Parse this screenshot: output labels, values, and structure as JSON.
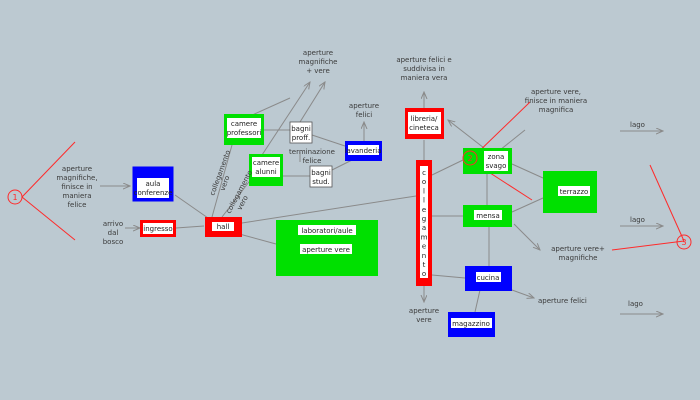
{
  "colors": {
    "background": "#bcc9d1",
    "red": "#ff0000",
    "green": "#00e000",
    "blue": "#0000ff",
    "line": "#8a8a8a",
    "accent_line": "#ff2a2a"
  },
  "markers": {
    "m1": "1",
    "m2": "2",
    "m3": "3"
  },
  "nodes": {
    "aula_conferenze": [
      "aula",
      "conferenze"
    ],
    "ingresso": "ingresso",
    "hall": "hall",
    "camere_professori": [
      "camere",
      "professori"
    ],
    "camere_alunni": [
      "camere",
      "alunni"
    ],
    "bagni_proff": [
      "bagni",
      "proff."
    ],
    "bagni_stud": [
      "bagni",
      "stud."
    ],
    "lavanderia": "lavanderia",
    "laboratori": "laboratori/aule",
    "laboratori_note": "aperture vere",
    "corridoio": [
      "c",
      "o",
      "l",
      "l",
      "e",
      "g",
      "a",
      "m",
      "e",
      "n",
      "t",
      "o"
    ],
    "libreria": [
      "libreria/",
      "cineteca"
    ],
    "zona_svago": [
      "zona",
      "svago"
    ],
    "mensa": "mensa",
    "cucina": "cucina",
    "magazzino": "magazzino",
    "terrazzo": "terrazzo"
  },
  "annotations": {
    "aperture_magnifiche_left": [
      "aperture",
      "magnifiche,",
      "finisce in",
      "maniera",
      "felice"
    ],
    "arrivo_bosco": [
      "arrivo",
      "dal",
      "bosco"
    ],
    "aperture_magnifiche_top": [
      "aperture",
      "magnifiche",
      "+ vere"
    ],
    "aperture_felici_lav": [
      "aperture",
      "felici"
    ],
    "terminazione_felice": [
      "terminazione",
      "felice"
    ],
    "collegamento_1": "collegamento",
    "collegamento_1b": "vero",
    "collegamento_2": "collegamento",
    "collegamento_2b": "vero",
    "aperture_felici_top": [
      "aperture felici e",
      "suddivisa in",
      "maniera vera"
    ],
    "aperture_vere_top": [
      "aperture vere,",
      "finisce in maniera",
      "magnifica"
    ],
    "aperture_vere_bottom": [
      "aperture",
      "vere"
    ],
    "aperture_vere_magnifiche": [
      "aperture vere+",
      "magnifiche"
    ],
    "aperture_felici_bottom": "aperture felici",
    "lago_1": "lago",
    "lago_2": "lago",
    "lago_3": "lago"
  }
}
